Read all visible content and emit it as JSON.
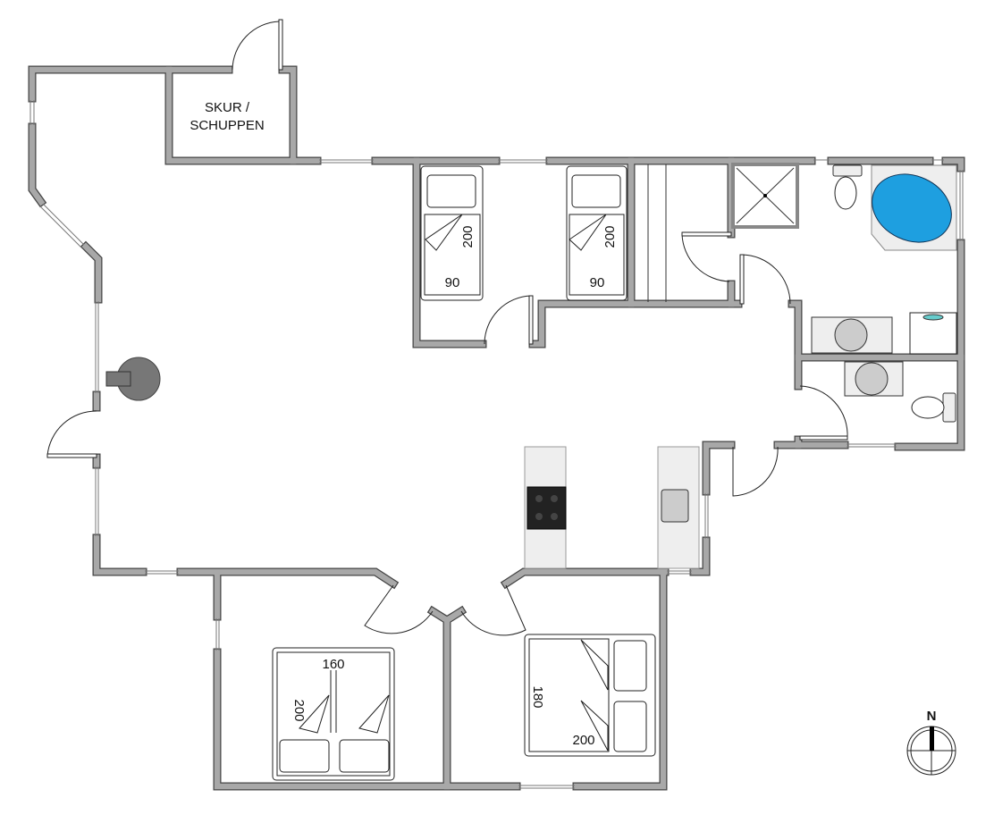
{
  "plan": {
    "shed_label_line1": "SKUR /",
    "shed_label_line2": "SCHUPPEN",
    "beds": [
      {
        "length": "200",
        "width": "90"
      },
      {
        "length": "200",
        "width": "90"
      },
      {
        "length": "200",
        "width": "160"
      },
      {
        "length": "200",
        "width": "180"
      }
    ],
    "compass_label": "N"
  },
  "colors": {
    "wall": "#a8a8a8",
    "wall_outline": "#444444",
    "bathtub": "#1e9fe0",
    "stove": "#777777"
  }
}
